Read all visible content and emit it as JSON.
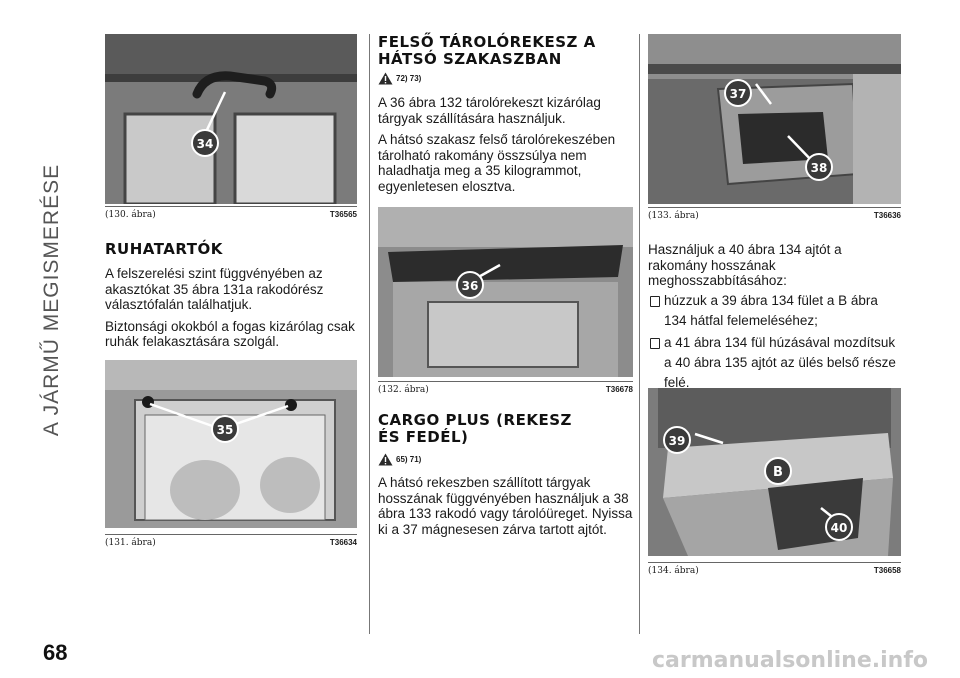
{
  "sidebar": {
    "title": "A JÁRMŰ MEGISMERÉSE"
  },
  "page": {
    "number": "68",
    "watermark": "carmanualsonline.info"
  },
  "figures": [
    {
      "caption": "(130. ábra)",
      "code": "T36565",
      "callouts": [
        "34"
      ]
    },
    {
      "caption": "(131. ábra)",
      "code": "T36634",
      "callouts": [
        "35"
      ]
    },
    {
      "caption": "(132. ábra)",
      "code": "T36678",
      "callouts": [
        "36"
      ]
    },
    {
      "caption": "(133. ábra)",
      "code": "T36636",
      "callouts": [
        "37",
        "38"
      ]
    },
    {
      "caption": "(134. ábra)",
      "code": "T36658",
      "callouts": [
        "39",
        "B",
        "40"
      ]
    }
  ],
  "sections": {
    "ruhatartok": {
      "heading": "RUHATARTÓK",
      "paragraphs": [
        "A felszerelési szint függvényében az akasztókat 35 ábra 131a rakodórész választófalán találhatjuk.",
        "Biztonsági okokból a fogas kizárólag csak ruhák felakasztására szolgál."
      ]
    },
    "felso": {
      "heading_line1": "FELSŐ TÁROLÓREKESZ A",
      "heading_line2": "HÁTSÓ SZAKASZBAN",
      "warning_ref": "72) 73)",
      "paragraphs": [
        "A 36 ábra 132 tárolórekeszt kizárólag tárgyak szállítására használjuk.",
        "A hátsó szakasz felső tárolórekeszében tárolható rakomány összsúlya nem haladhatja meg a 35 kilogrammot, egyenletesen elosztva."
      ]
    },
    "cargo": {
      "heading_line1": "CARGO PLUS (REKESZ",
      "heading_line2": "ÉS FEDÉL)",
      "warning_ref": "65) 71)",
      "paragraphs": [
        "A hátsó rekeszben szállított tárgyak hosszának függvényében használjuk a 38 ábra 133 rakodó vagy tárolóüreget. Nyissa ki a 37 mágnesesen zárva tartott ajtót."
      ]
    },
    "right": {
      "intro": "Használjuk a 40 ábra 134 ajtót a rakomány hosszának meghosszabbításához:",
      "bullets": [
        "húzzuk a 39 ábra 134 fület a B ábra 134 hátfal felemeléséhez;",
        "a 41 ábra 134 fül húzásával mozdítsuk a 40 ábra 135 ajtót az ülés belső része felé."
      ]
    }
  }
}
